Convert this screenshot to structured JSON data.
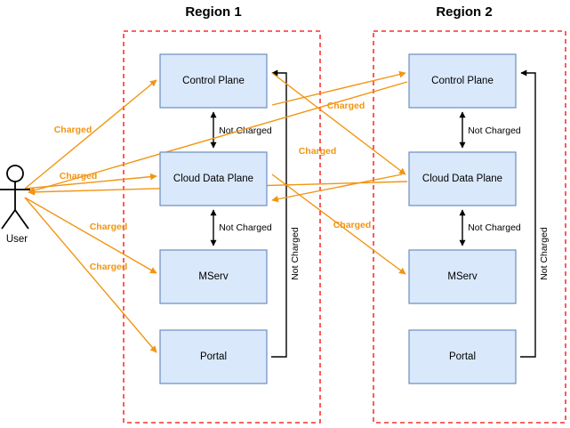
{
  "diagram": {
    "title_region1": "Region 1",
    "title_region2": "Region 2",
    "actor": {
      "label": "User",
      "icon": "user-stick-figure-icon"
    },
    "colors": {
      "box_fill": "#dae8fc",
      "box_stroke": "#6c8ebf",
      "region_border": "#ff0000",
      "charged": "#f29513",
      "not_charged": "#000000",
      "background": "#ffffff"
    },
    "regions": [
      {
        "id": "region-1",
        "name": "Region 1",
        "nodes": [
          {
            "id": "r1-control-plane",
            "label": "Control Plane"
          },
          {
            "id": "r1-cloud-data-plane",
            "label": "Cloud Data Plane"
          },
          {
            "id": "r1-mserv",
            "label": "MServ"
          },
          {
            "id": "r1-portal",
            "label": "Portal"
          }
        ]
      },
      {
        "id": "region-2",
        "name": "Region 2",
        "nodes": [
          {
            "id": "r2-control-plane",
            "label": "Control Plane"
          },
          {
            "id": "r2-cloud-data-plane",
            "label": "Cloud Data Plane"
          },
          {
            "id": "r2-mserv",
            "label": "MServ"
          },
          {
            "id": "r2-portal",
            "label": "Portal"
          }
        ]
      }
    ],
    "edge_labels": {
      "charged": "Charged",
      "not_charged": "Not Charged"
    },
    "charged_edges": [
      {
        "id": "user-to-r1-control-plane",
        "label": "Charged"
      },
      {
        "id": "user-to-r1-cloud-data-plane",
        "label": "Charged"
      },
      {
        "id": "user-to-r1-mserv",
        "label": "Charged"
      },
      {
        "id": "user-to-r1-portal",
        "label": "Charged"
      },
      {
        "id": "r2-control-plane-to-user",
        "label": "Charged"
      },
      {
        "id": "r2-cloud-data-plane-to-user",
        "label": "Charged"
      },
      {
        "id": "r1-to-r2-control-plane",
        "label": "Charged"
      },
      {
        "id": "r1-to-r2-cloud-data-plane",
        "label": "Charged"
      },
      {
        "id": "r1-to-r2-mserv",
        "label": "Charged"
      }
    ],
    "not_charged_edges": [
      {
        "id": "r1-control-plane--cloud-data-plane",
        "label": "Not Charged"
      },
      {
        "id": "r1-cloud-data-plane--mserv",
        "label": "Not Charged"
      },
      {
        "id": "r1-portal--control-plane",
        "label": "Not Charged"
      },
      {
        "id": "r2-control-plane--cloud-data-plane",
        "label": "Not Charged"
      },
      {
        "id": "r2-cloud-data-plane--mserv",
        "label": "Not Charged"
      },
      {
        "id": "r2-portal--control-plane",
        "label": "Not Charged"
      }
    ]
  }
}
